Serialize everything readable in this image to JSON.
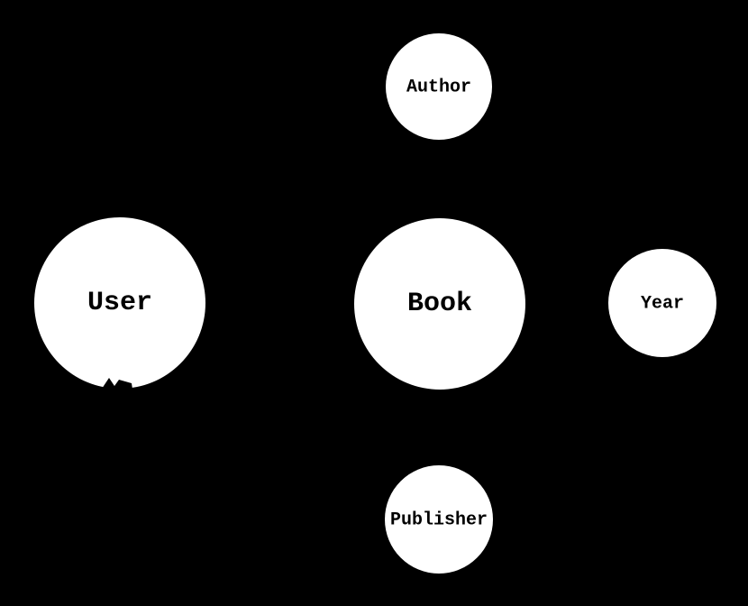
{
  "page": {
    "background": "#000000"
  },
  "diagram": {
    "type": "graph",
    "node_fill": "#ffffff",
    "label_color": "#000000",
    "edge_color": "#000000",
    "nodes": [
      {
        "id": "user",
        "label": "User",
        "size": "large"
      },
      {
        "id": "book",
        "label": "Book",
        "size": "large"
      },
      {
        "id": "author",
        "label": "Author",
        "size": "small"
      },
      {
        "id": "year",
        "label": "Year",
        "size": "small"
      },
      {
        "id": "publisher",
        "label": "Publisher",
        "size": "small"
      }
    ]
  }
}
